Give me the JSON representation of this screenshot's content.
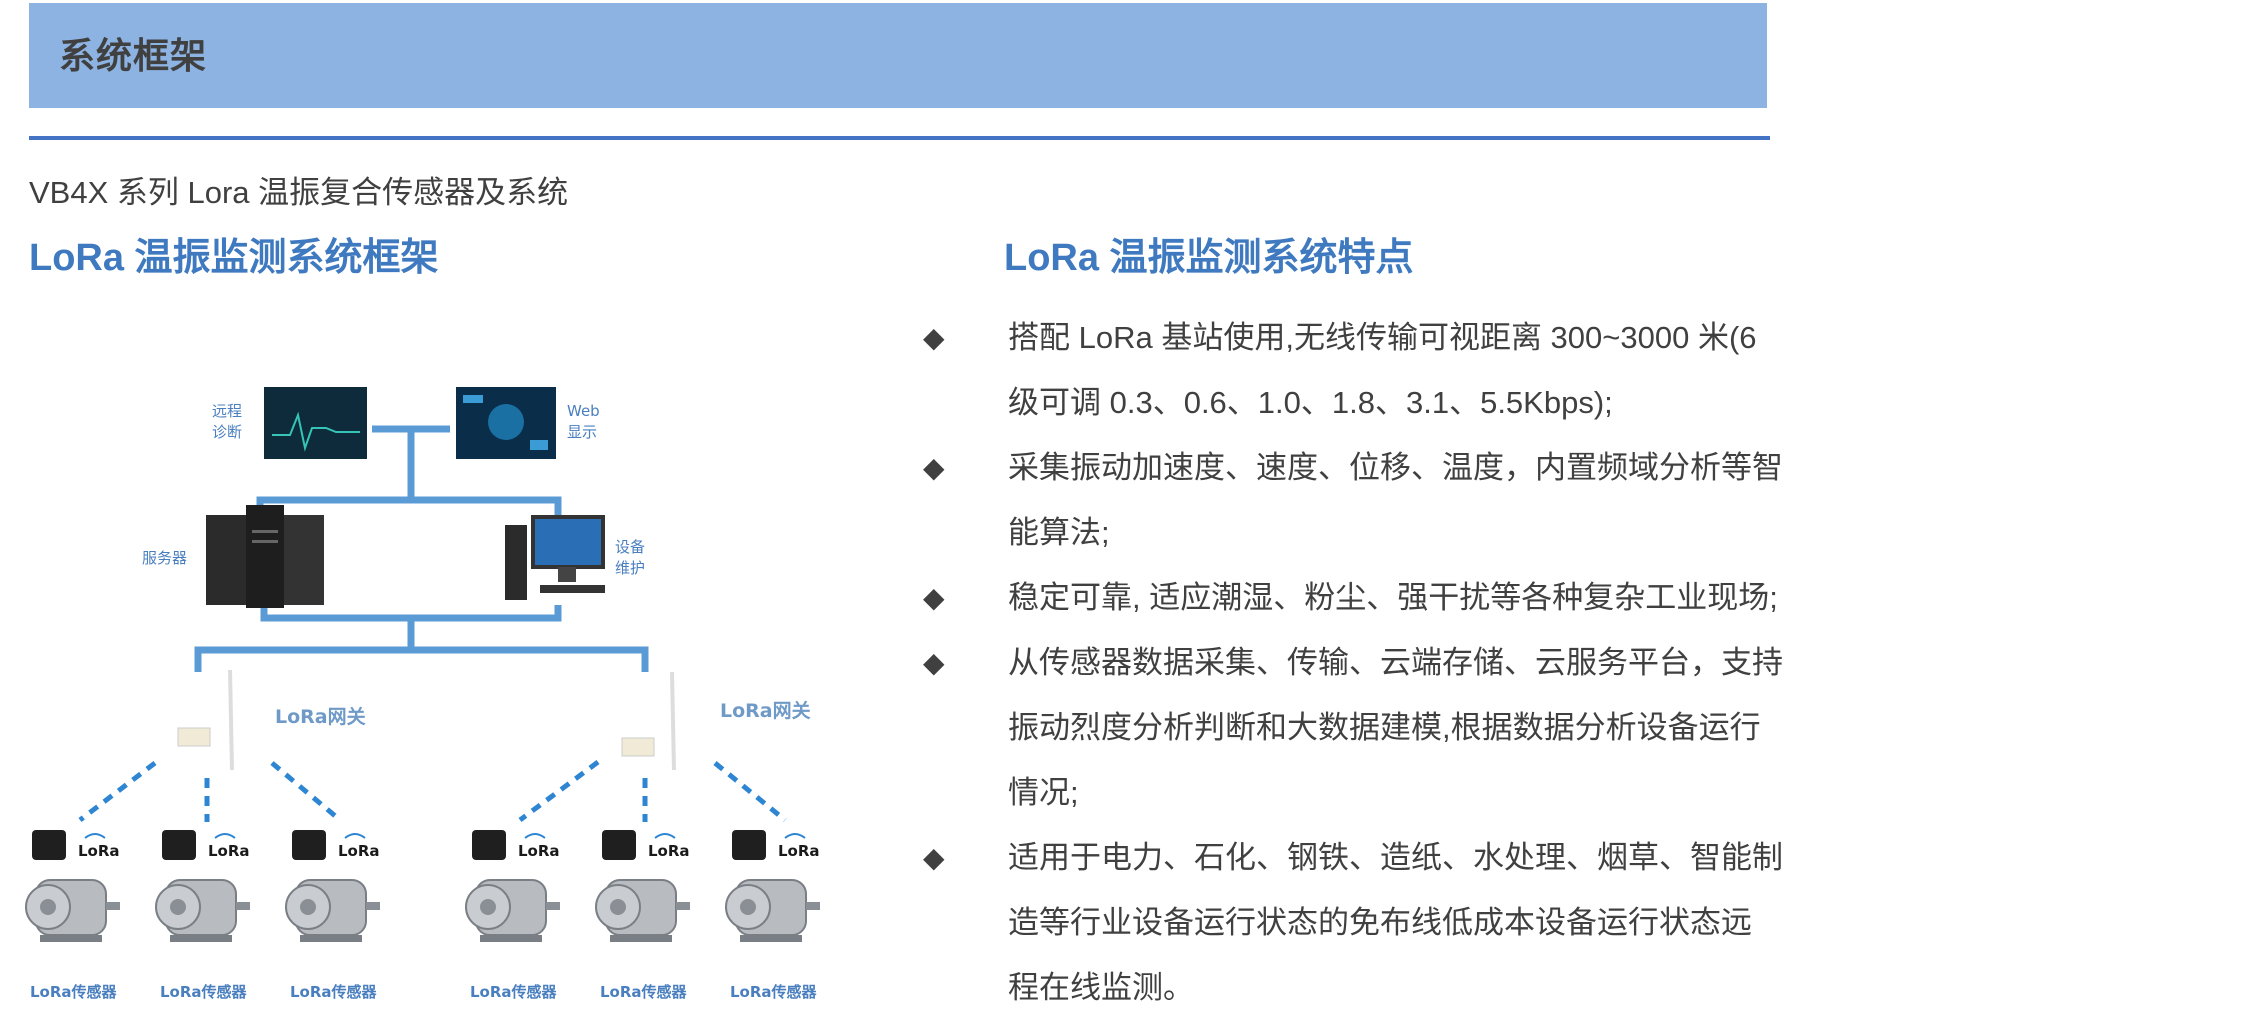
{
  "header": {
    "title": "系统框架"
  },
  "doc": {
    "subtitle": "VB4X 系列 Lora 温振复合传感器及系统"
  },
  "left": {
    "title": "LoRa 温振监测系统框架"
  },
  "right": {
    "title": "LoRa 温振监测系统特点"
  },
  "diagram": {
    "remote_diag": [
      "远程",
      "诊断"
    ],
    "web_display": [
      "Web",
      "显示"
    ],
    "server": "服务器",
    "maintenance": [
      "设备",
      "维护"
    ],
    "gateway": "LoRa网关",
    "lora_badge": "LoRa",
    "sensor": "LoRa传感器"
  },
  "features": {
    "bullet_icon": "diamond-bullet",
    "items": [
      [
        "搭配 LoRa 基站使用,无线传输可视距离 300~3000 米(6",
        "级可调 0.3、0.6、1.0、1.8、3.1、5.5Kbps);"
      ],
      [
        "采集振动加速度、速度、位移、温度，内置频域分析等智",
        "能算法;"
      ],
      [
        "稳定可靠, 适应潮湿、粉尘、强干扰等各种复杂工业现场;"
      ],
      [
        "从传感器数据采集、传输、云端存储、云服务平台，支持",
        "振动烈度分析判断和大数据建模,根据数据分析设备运行",
        "情况;"
      ],
      [
        "适用于电力、石化、钢铁、造纸、水处理、烟草、智能制",
        "造等行业设备运行状态的免布线低成本设备运行状态远",
        "程在线监测。"
      ]
    ]
  },
  "colors": {
    "header_band": "#8db3e2",
    "accent": "#3f79c0",
    "rule": "#4472c4",
    "line": "#5b9bd5"
  }
}
